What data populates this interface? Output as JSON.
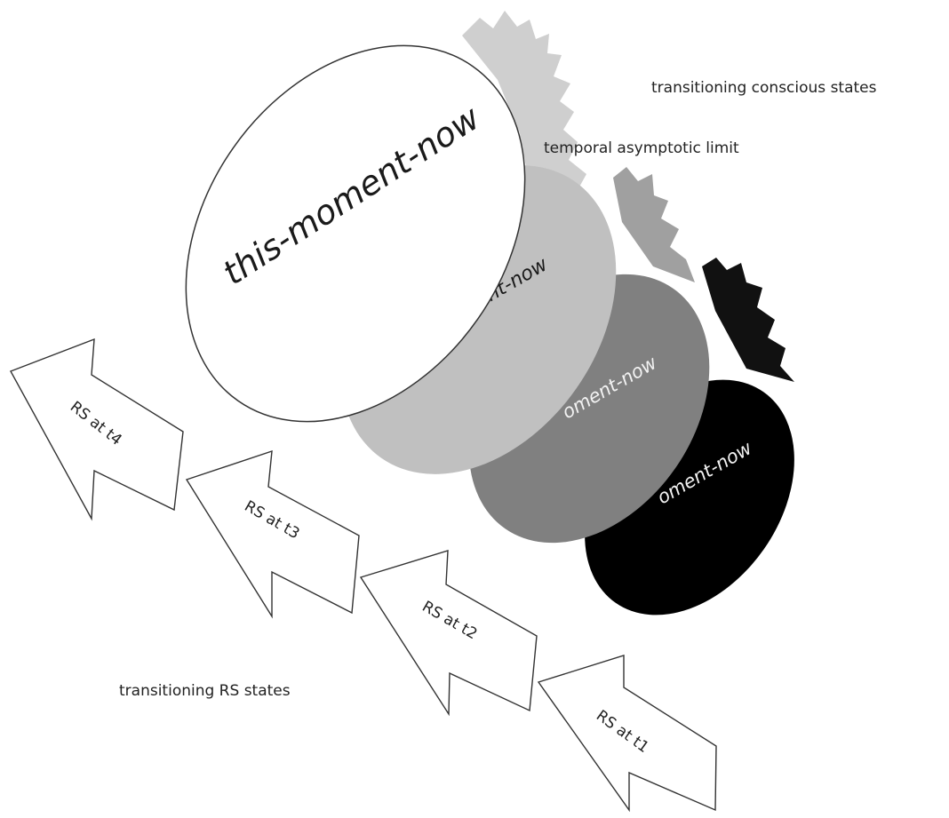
{
  "diagram": {
    "labels": {
      "conscious_states": "transitioning conscious states",
      "asymptotic_limit": "temporal asymptotic limit",
      "rs_states": "transitioning RS states"
    },
    "discs": [
      {
        "label": "this-moment-now",
        "fill": "#ffffff",
        "text_color": "#1a1a1a"
      },
      {
        "label": "oment-now",
        "fill": "#c0c0c0",
        "text_color": "#1a1a1a"
      },
      {
        "label": "oment-now",
        "fill": "#808080",
        "text_color": "#f2f2f2"
      },
      {
        "label": "oment-now",
        "fill": "#000000",
        "text_color": "#f2f2f2"
      }
    ],
    "arrows": [
      {
        "label": "RS at t4"
      },
      {
        "label": "RS at t3"
      },
      {
        "label": "RS at t2"
      },
      {
        "label": "RS at t1"
      }
    ],
    "colors": {
      "white": "#ffffff",
      "light_gray": "#c0c0c0",
      "mid_gray": "#808080",
      "black": "#000000",
      "outline": "#333333"
    }
  }
}
